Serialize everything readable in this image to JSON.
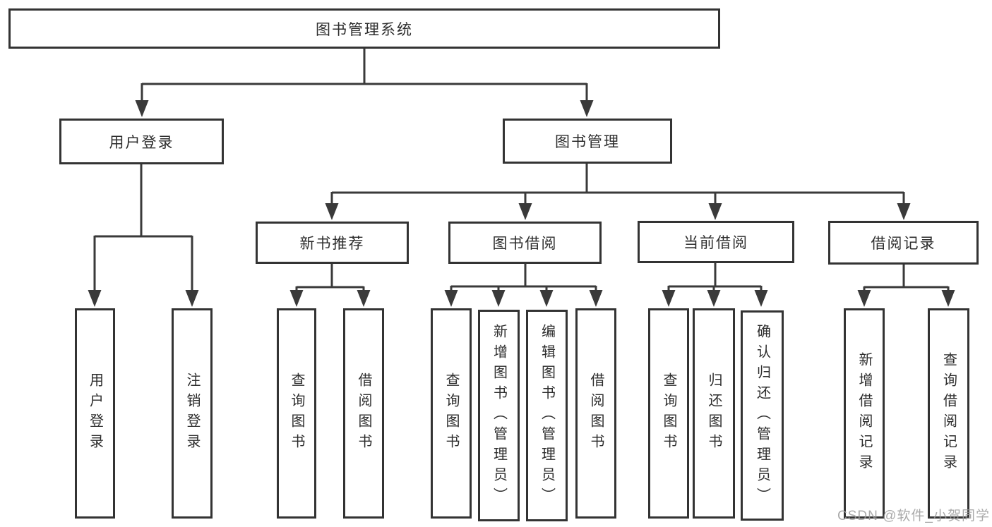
{
  "tree": {
    "label": "图书管理系统",
    "children": [
      {
        "label": "用户登录",
        "children": [
          {
            "label": "用户登录"
          },
          {
            "label": "注销登录"
          }
        ]
      },
      {
        "label": "图书管理",
        "children": [
          {
            "label": "新书推荐",
            "children": [
              {
                "label": "查询图书"
              },
              {
                "label": "借阅图书"
              }
            ]
          },
          {
            "label": "图书借阅",
            "children": [
              {
                "label": "查询图书"
              },
              {
                "label": "新增图书（管理员）"
              },
              {
                "label": "编辑图书（管理员）"
              },
              {
                "label": "借阅图书"
              }
            ]
          },
          {
            "label": "当前借阅",
            "children": [
              {
                "label": "查询图书"
              },
              {
                "label": "归还图书"
              },
              {
                "label": "确认归还（管理员）"
              }
            ]
          },
          {
            "label": "借阅记录",
            "children": [
              {
                "label": "新增借阅记录"
              },
              {
                "label": "查询借阅记录"
              }
            ]
          }
        ]
      }
    ]
  },
  "watermark": "CSDN @软件_小贺同学",
  "colors": {
    "line": "#3a3a3a",
    "box_border": "#333333",
    "text": "#2d2d2d",
    "watermark": "#9c9c9c"
  }
}
